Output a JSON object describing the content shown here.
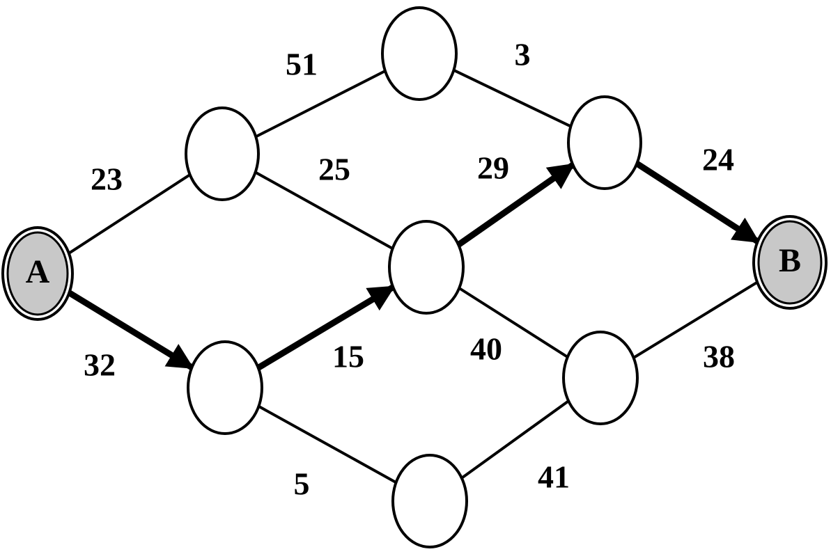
{
  "colors": {
    "terminal_fill": "#c8c8c8",
    "node_fill": "#ffffff",
    "stroke": "#000000"
  },
  "nodes": [
    {
      "id": "A",
      "label": "A",
      "terminal": true
    },
    {
      "id": "n1",
      "label": "",
      "terminal": false
    },
    {
      "id": "n2",
      "label": "",
      "terminal": false
    },
    {
      "id": "n3",
      "label": "",
      "terminal": false
    },
    {
      "id": "n4",
      "label": "",
      "terminal": false
    },
    {
      "id": "n5",
      "label": "",
      "terminal": false
    },
    {
      "id": "n6",
      "label": "",
      "terminal": false
    },
    {
      "id": "n7",
      "label": "",
      "terminal": false
    },
    {
      "id": "B",
      "label": "B",
      "terminal": true
    }
  ],
  "edges": [
    {
      "from": "A",
      "to": "n1",
      "weight": "23",
      "highlighted": false
    },
    {
      "from": "A",
      "to": "n2",
      "weight": "32",
      "highlighted": true
    },
    {
      "from": "n1",
      "to": "n3",
      "weight": "51",
      "highlighted": false
    },
    {
      "from": "n1",
      "to": "n4",
      "weight": "25",
      "highlighted": false
    },
    {
      "from": "n2",
      "to": "n4",
      "weight": "15",
      "highlighted": true
    },
    {
      "from": "n2",
      "to": "n7",
      "weight": "5",
      "highlighted": false
    },
    {
      "from": "n3",
      "to": "n5",
      "weight": "3",
      "highlighted": false
    },
    {
      "from": "n4",
      "to": "n5",
      "weight": "29",
      "highlighted": true
    },
    {
      "from": "n4",
      "to": "n6",
      "weight": "40",
      "highlighted": false
    },
    {
      "from": "n7",
      "to": "n6",
      "weight": "41",
      "highlighted": false
    },
    {
      "from": "n5",
      "to": "B",
      "weight": "24",
      "highlighted": true
    },
    {
      "from": "n6",
      "to": "B",
      "weight": "38",
      "highlighted": false
    }
  ]
}
